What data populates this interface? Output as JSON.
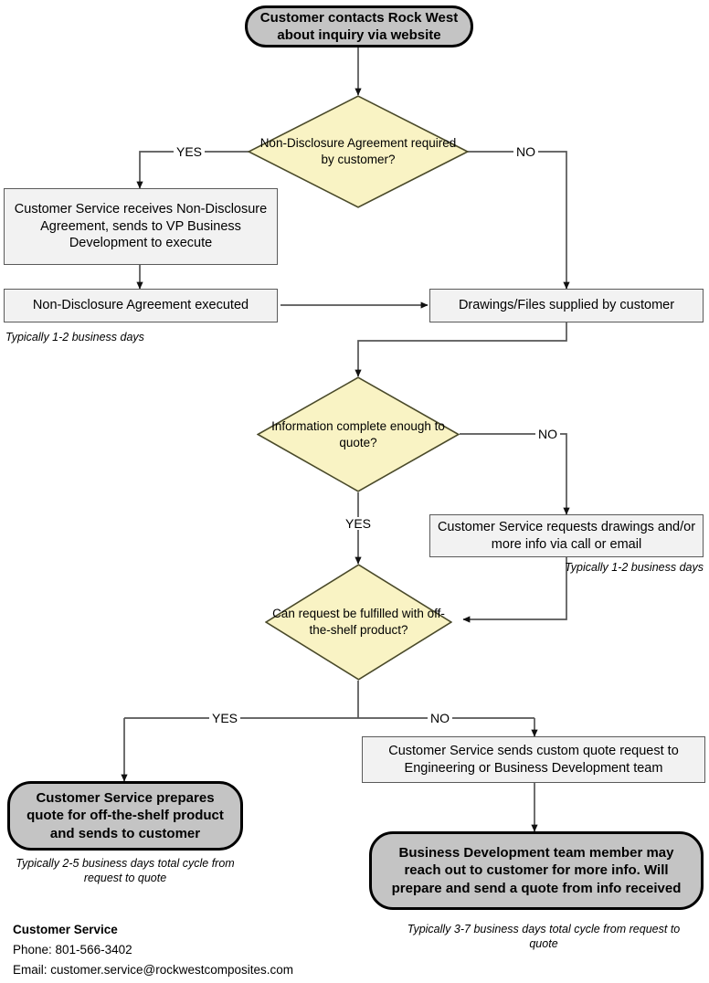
{
  "diagram": {
    "title": "Rock West Composites customer inquiry to quote process flowchart",
    "colors": {
      "process_fill": "#f2f2f2",
      "process_border": "#5a5a5a",
      "terminator_fill": "#c4c4c4",
      "terminator_border": "#000000",
      "decision_fill": "#f9f3c4",
      "decision_border": "#4a4a2a",
      "connector": "#555555",
      "text": "#000000"
    },
    "nodes": {
      "start": {
        "type": "terminator",
        "text": "Customer contacts Rock West about inquiry via website"
      },
      "d1": {
        "type": "decision",
        "text": "Non-Disclosure Agreement required by customer?"
      },
      "p1": {
        "type": "process",
        "text": "Customer Service receives Non-Disclosure Agreement, sends to VP Business Development to execute"
      },
      "p2": {
        "type": "process",
        "text": "Non-Disclosure Agreement executed"
      },
      "p3": {
        "type": "process",
        "text": "Drawings/Files supplied by customer"
      },
      "d2": {
        "type": "decision",
        "text": "Information complete enough to quote?"
      },
      "p4": {
        "type": "process",
        "text": "Customer Service requests drawings and/or more info via call or email"
      },
      "d3": {
        "type": "decision",
        "text": "Can request be fulfilled with off-the-shelf product?"
      },
      "p5": {
        "type": "process",
        "text": "Customer Service sends custom quote request to Engineering or Business Development team"
      },
      "end1": {
        "type": "terminator",
        "text": "Customer Service prepares quote for off-the-shelf product and sends to customer"
      },
      "end2": {
        "type": "terminator",
        "text": "Business Development team member may reach out to customer for more info. Will prepare and send a quote from info received"
      }
    },
    "edge_labels": {
      "d1_yes": "YES",
      "d1_no": "NO",
      "d2_no": "NO",
      "d2_yes": "YES",
      "d3_yes": "YES",
      "d3_no": "NO"
    },
    "captions": {
      "nda_cycle": "Typically 1-2 business days",
      "info_request_cycle": "Typically 1-2 business days",
      "off_shelf_cycle": "Typically 2-5 business days total cycle from request to quote",
      "custom_cycle": "Typically 3-7 business days total cycle from request to quote"
    },
    "contact": {
      "title": "Customer Service",
      "phone": "Phone: 801-566-3402",
      "email": "Email: customer.service@rockwestcomposites.com"
    }
  }
}
